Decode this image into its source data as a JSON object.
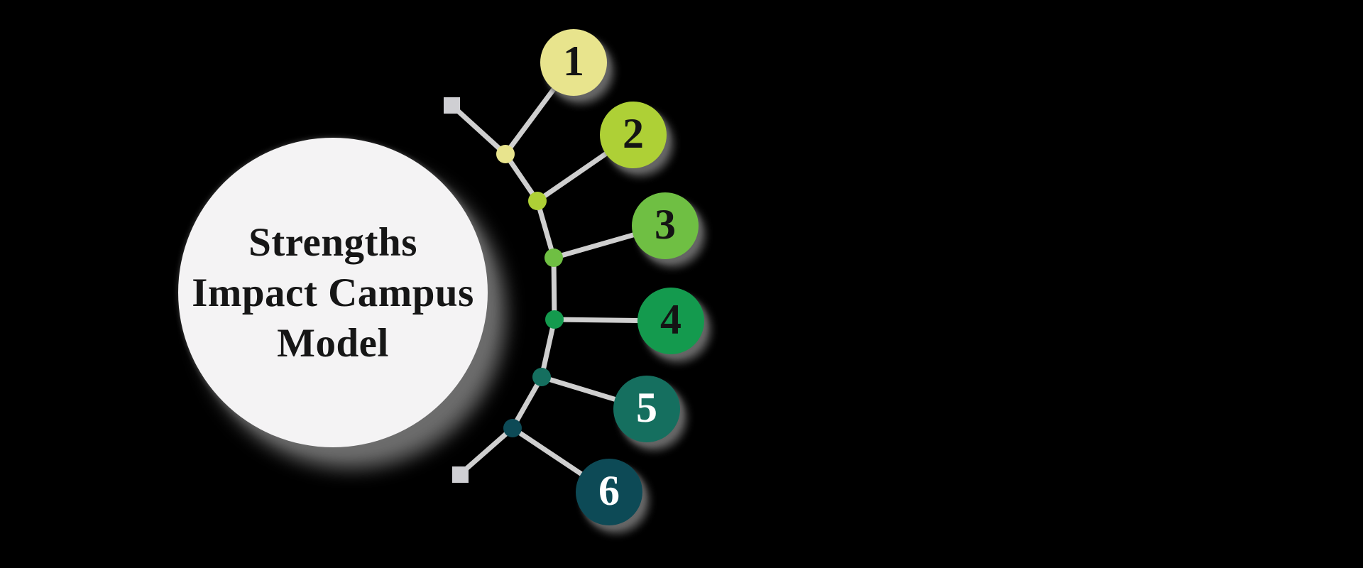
{
  "title": {
    "line1": "Strengths",
    "line2": "Impact Campus",
    "line3": "Model"
  },
  "items": [
    {
      "number": "1",
      "color": "#e8e48d",
      "number_color": "#141414"
    },
    {
      "number": "2",
      "color": "#aed036",
      "number_color": "#141414"
    },
    {
      "number": "3",
      "color": "#6fbf43",
      "number_color": "#141414"
    },
    {
      "number": "4",
      "color": "#149a4e",
      "number_color": "#141414"
    },
    {
      "number": "5",
      "color": "#156f5f",
      "number_color": "#ffffff"
    },
    {
      "number": "6",
      "color": "#0d4a56",
      "number_color": "#ffffff"
    }
  ],
  "colors": {
    "background": "#000000",
    "hub_fill": "#f4f3f4",
    "title_text": "#161616",
    "connector": "#cfcfcf",
    "endpoint_square": "#cfcfd3"
  }
}
